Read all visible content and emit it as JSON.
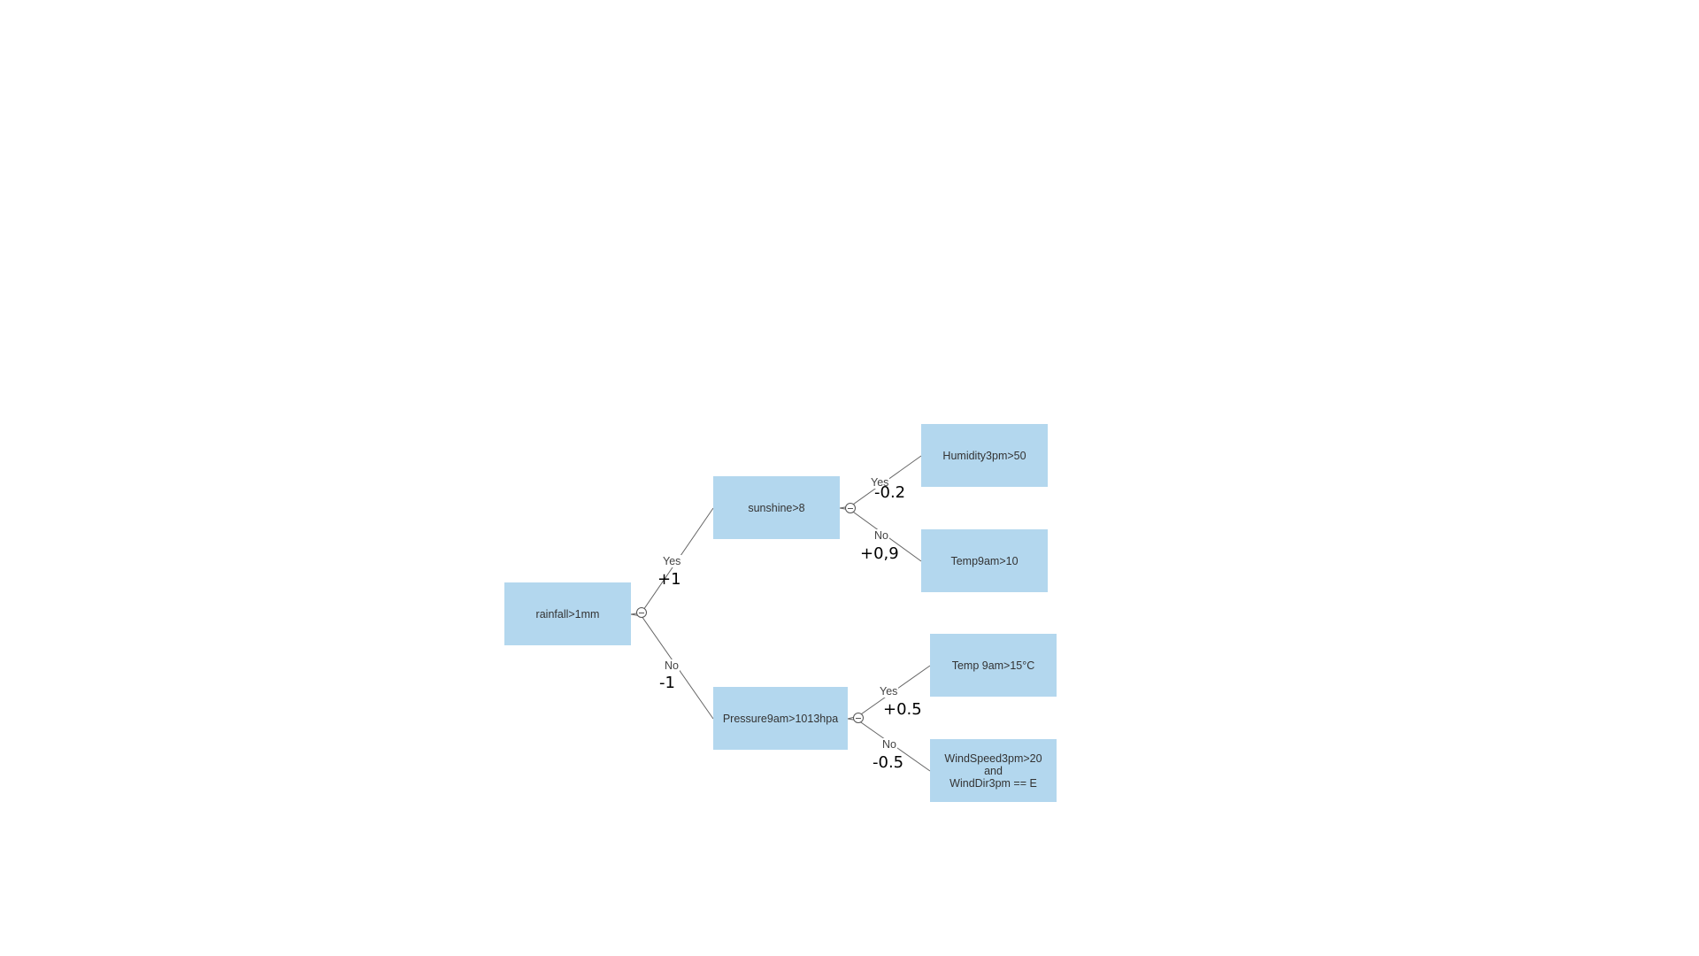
{
  "tree": {
    "root": {
      "label": "rainfall>1mm"
    },
    "sunshine": {
      "label": "sunshine>8"
    },
    "pressure": {
      "label": "Pressure9am>1013hpa"
    },
    "humidity": {
      "label": "Humidity3pm>50"
    },
    "temp9": {
      "label": "Temp9am>10"
    },
    "temp15": {
      "label": "Temp 9am>15°C"
    },
    "wind": {
      "label": "WindSpeed3pm>20\nand\nWindDir3pm == E"
    }
  },
  "edges": {
    "root_yes": {
      "label": "Yes",
      "weight": "+1"
    },
    "root_no": {
      "label": "No",
      "weight": "-1"
    },
    "sun_yes": {
      "label": "Yes",
      "weight": "-0.2"
    },
    "sun_no": {
      "label": "No",
      "weight": "+0,9"
    },
    "pres_yes": {
      "label": "Yes",
      "weight": "+0.5"
    },
    "pres_no": {
      "label": "No",
      "weight": "-0.5"
    }
  },
  "colors": {
    "node_fill": "#b3d7ee",
    "edge_line": "#666666"
  },
  "icons": {
    "toggle": "collapse-minus-icon"
  }
}
